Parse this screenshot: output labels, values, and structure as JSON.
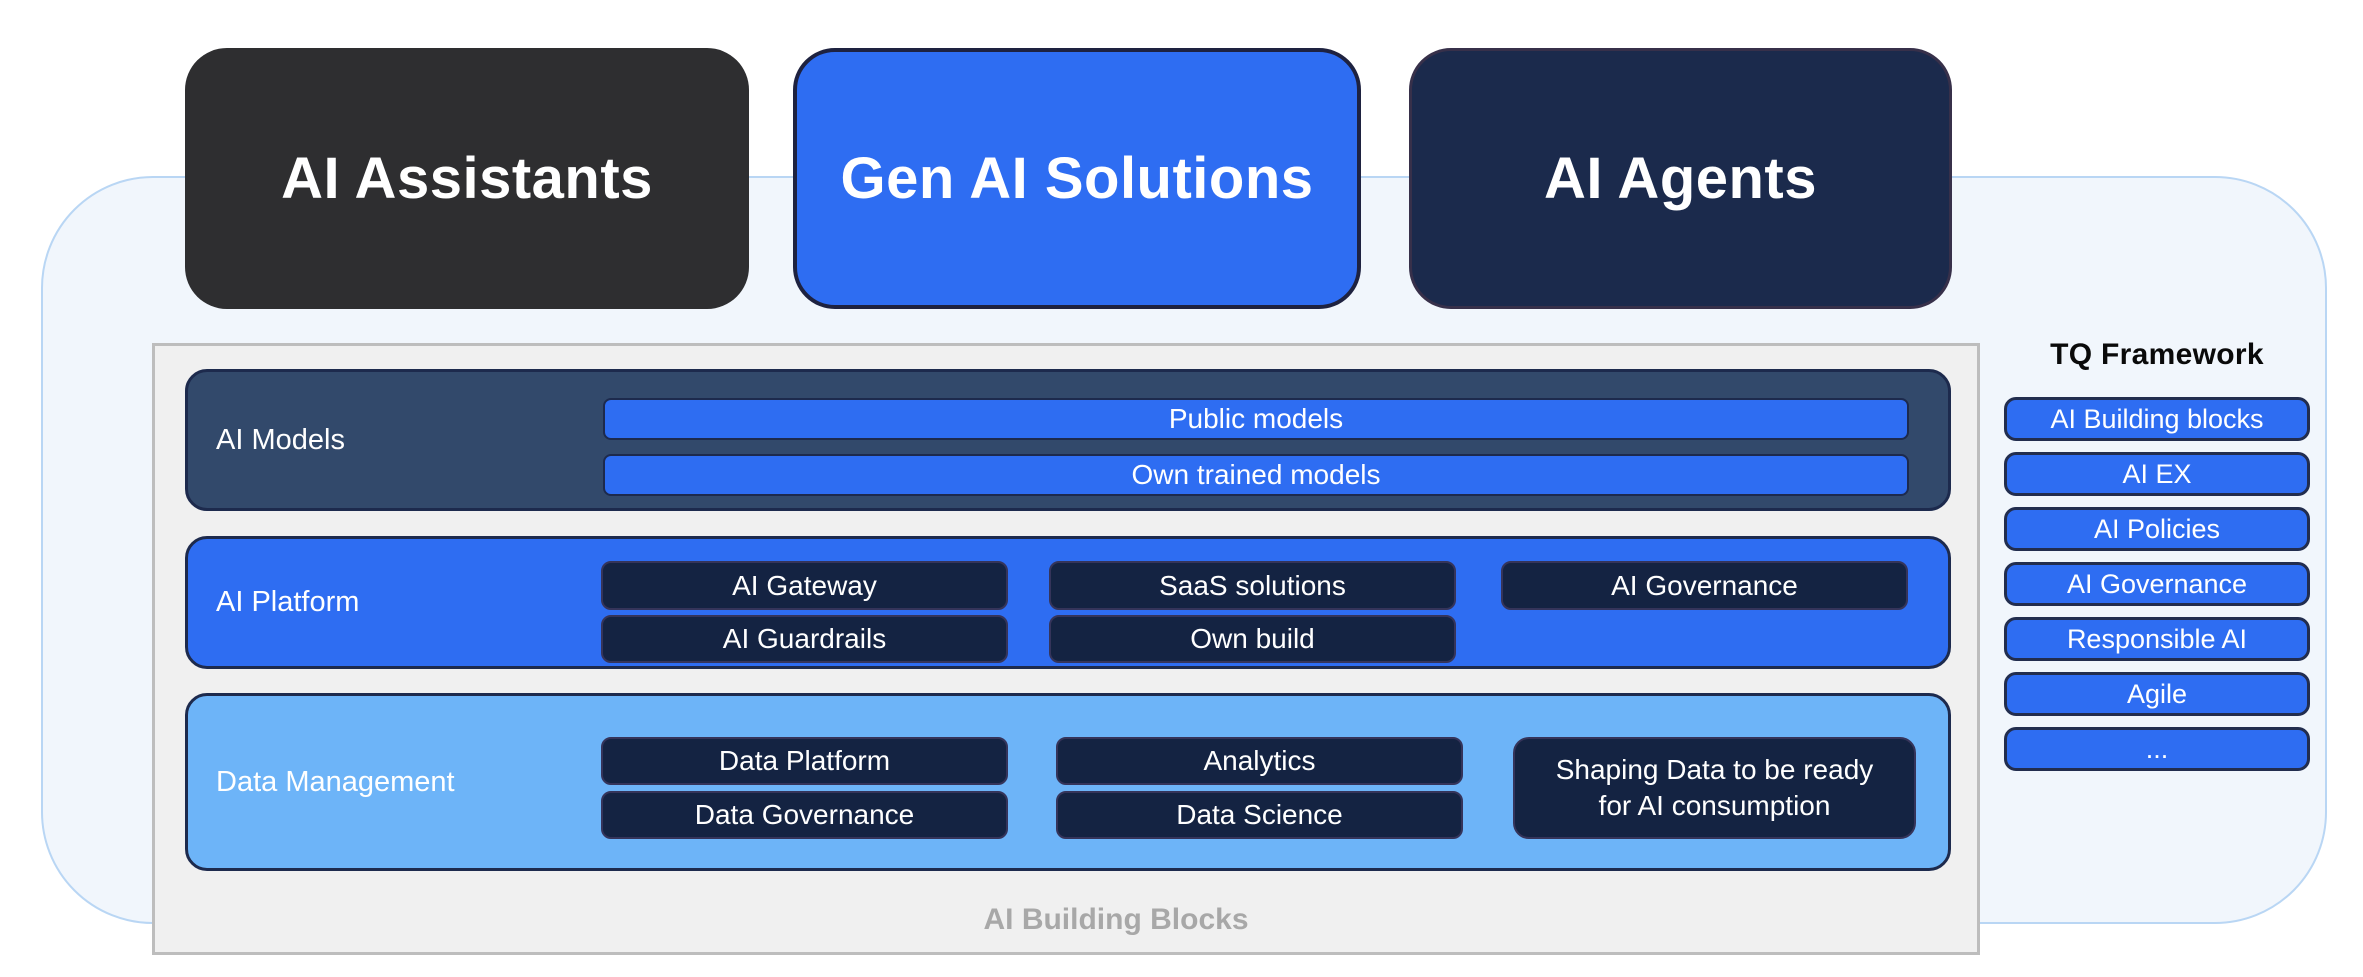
{
  "top_cards": [
    {
      "label": "AI Assistants"
    },
    {
      "label": "Gen AI Solutions"
    },
    {
      "label": "AI Agents"
    }
  ],
  "building_blocks": {
    "footer_label": "AI Building Blocks",
    "rows": [
      {
        "label": "AI Models",
        "items": [
          "Public models",
          "Own trained models"
        ]
      },
      {
        "label": "AI Platform",
        "items": [
          "AI Gateway",
          "SaaS solutions",
          "AI Governance",
          "AI Guardrails",
          "Own build"
        ]
      },
      {
        "label": "Data Management",
        "items": [
          "Data Platform",
          "Analytics",
          "Data Governance",
          "Data Science",
          "Shaping Data to be ready for AI consumption"
        ]
      }
    ]
  },
  "tq_framework": {
    "title": "TQ Framework",
    "pills": [
      "AI Building blocks",
      "AI EX",
      "AI Policies",
      "AI Governance",
      "Responsible AI",
      "Agile",
      "..."
    ]
  },
  "colors": {
    "accent_blue": "#2e6df2",
    "navy_card": "#1b2a4c",
    "charcoal_card": "#2e2e30",
    "slate_row": "#32496b",
    "light_blue_row": "#6db4f8",
    "dark_pill": "#142342",
    "row_border": "#1d2a4d",
    "container_fill": "#f1f6fc",
    "container_border": "#b9d6f4",
    "panel_fill": "#f0f0f0",
    "panel_border": "#bdbdbd",
    "footer_text": "#a8a8a8"
  }
}
